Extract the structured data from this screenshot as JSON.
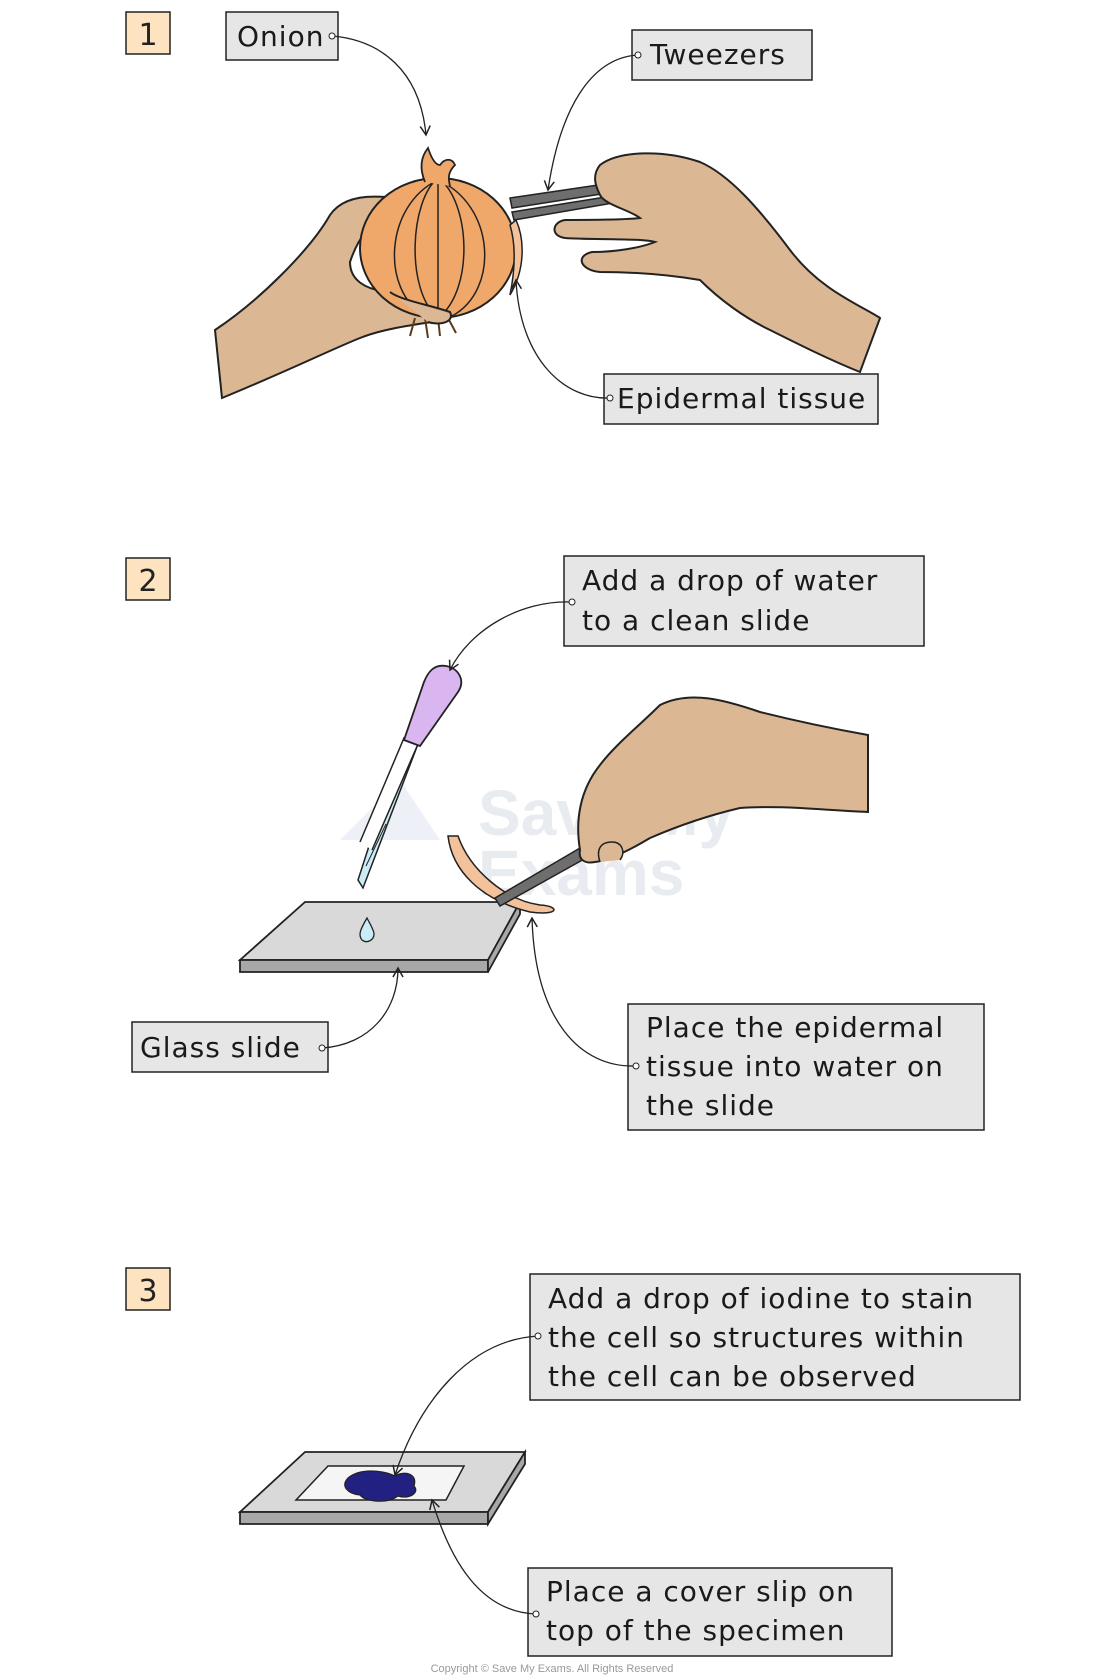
{
  "steps": [
    {
      "number": "1"
    },
    {
      "number": "2"
    },
    {
      "number": "3"
    }
  ],
  "labels": {
    "onion": "Onion",
    "tweezers": "Tweezers",
    "epidermal_tissue": "Epidermal tissue",
    "add_water": [
      "Add a drop of water",
      "to a clean slide"
    ],
    "glass_slide": "Glass slide",
    "place_tissue": [
      "Place the epidermal",
      "tissue into water on",
      "the slide"
    ],
    "add_iodine": [
      "Add a drop of iodine to stain",
      "the cell so structures within",
      "the cell can be observed"
    ],
    "cover_slip": [
      "Place a cover slip on",
      "top of the specimen"
    ]
  },
  "watermark": [
    "Save My",
    "Exams"
  ],
  "copyright": "Copyright © Save My Exams. All Rights Reserved",
  "colors": {
    "step_box": "#fde3c0",
    "label_box": "#e6e6e6",
    "skin": "#dcb793",
    "onion": "#efa86a",
    "slide": "#d9d9d9",
    "slide_edge": "#a8a8a8",
    "pipette_bulb": "#d9b6f0",
    "water": "#c9ecf7",
    "tweezers": "#6e6e6e",
    "tissue": "#f3c29a",
    "iodine": "#222080"
  }
}
